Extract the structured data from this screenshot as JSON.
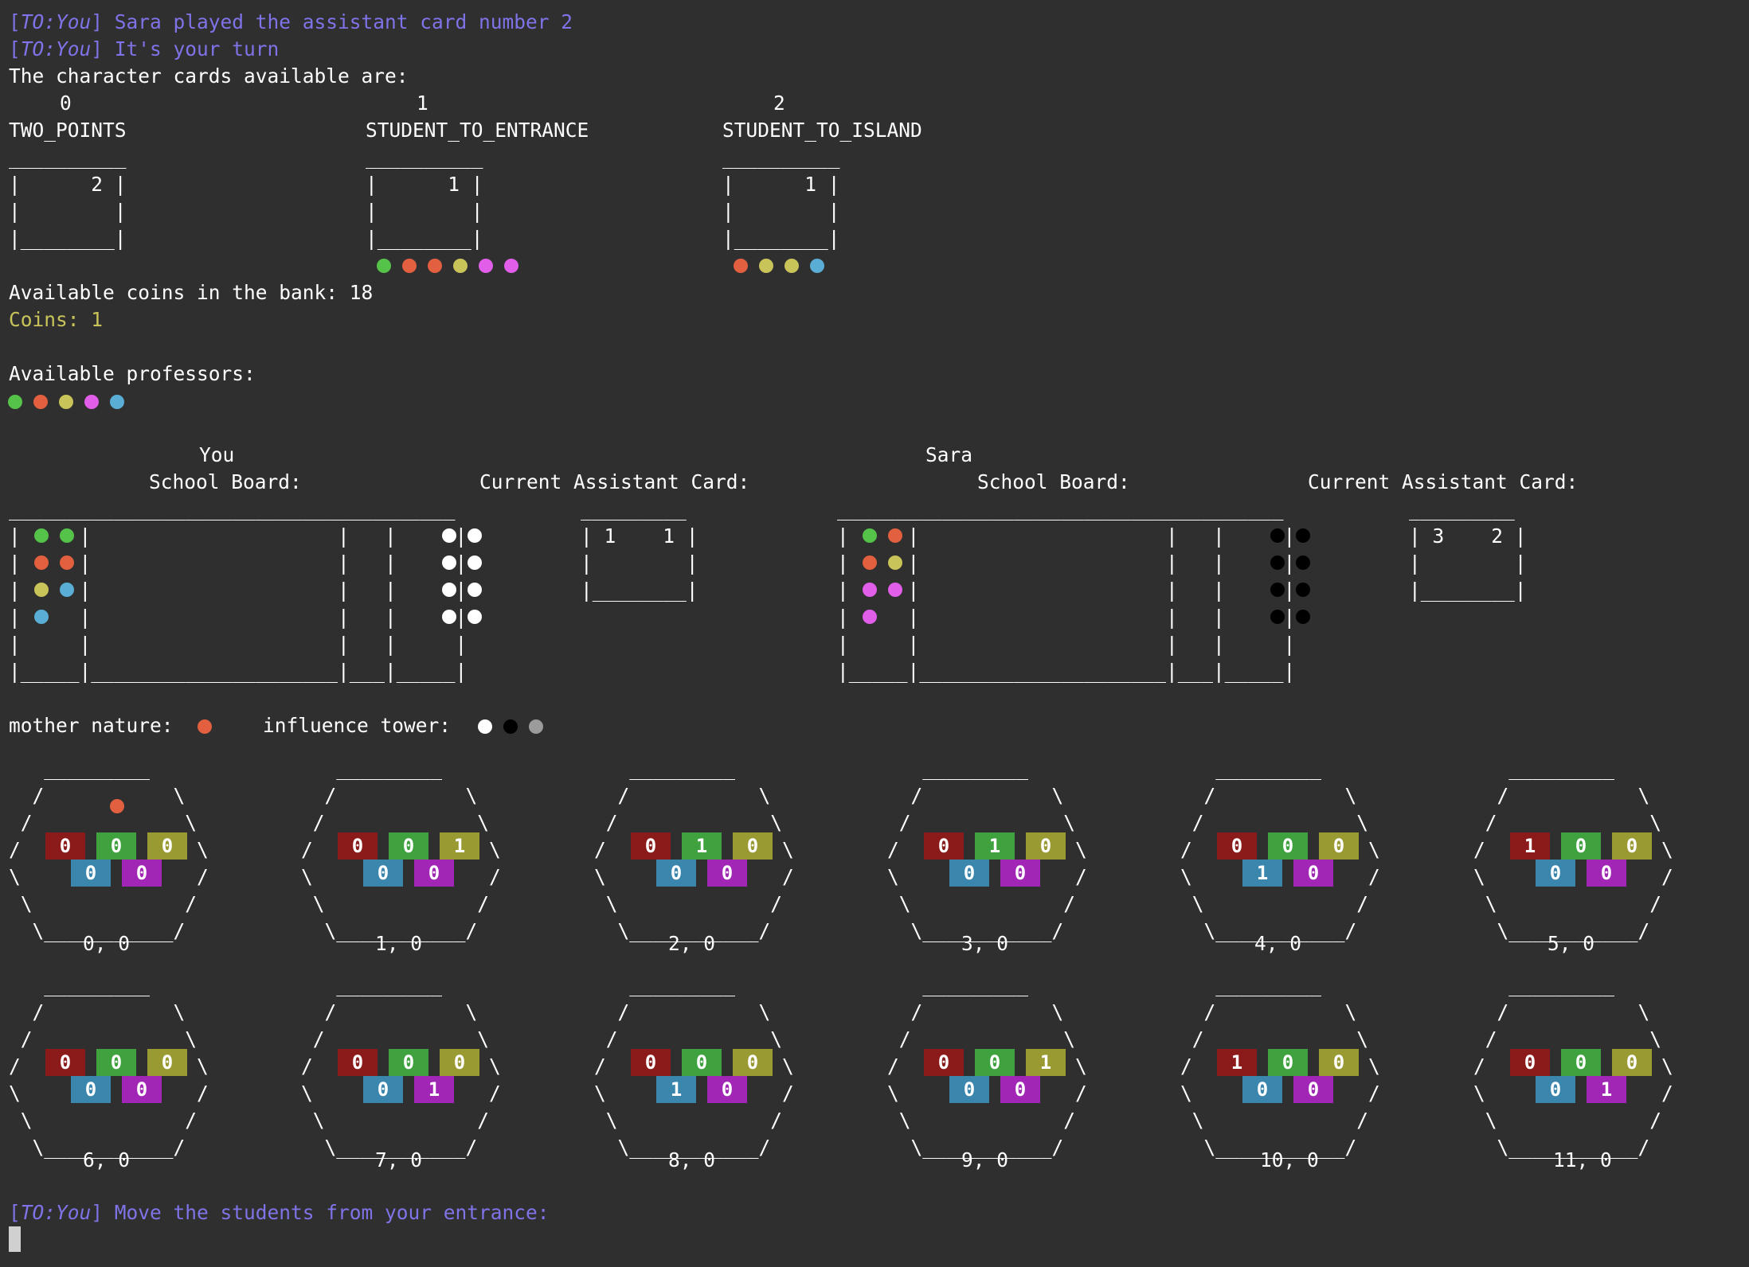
{
  "colors": {
    "green": "#55c24a",
    "red": "#e2603f",
    "yellow": "#c9c45a",
    "pink": "#e05ee8",
    "blue": "#5aaed6",
    "white": "#ffffff",
    "black": "#000000",
    "grey": "#9b9b9b",
    "sq_red": "#8b1a1a",
    "sq_green": "#3fa23f",
    "sq_yellow": "#9a9a33",
    "sq_blue": "#3b86ad",
    "sq_pink": "#a226b5",
    "purple": "#7f73e8"
  },
  "messages": {
    "sara_played_prefix": "[",
    "to_you": "TO:You",
    "sara_played": "] Sara played the assistant card number 2",
    "your_turn": "] It's your turn",
    "move_students": "] Move the students from your entrance:"
  },
  "character_cards": {
    "heading": "The character cards available are:",
    "cards": [
      {
        "index": "0",
        "name": "TWO_POINTS",
        "cost": "2",
        "students": []
      },
      {
        "index": "1",
        "name": "STUDENT_TO_ENTRANCE",
        "cost": "1",
        "students": [
          "green",
          "red",
          "red",
          "yellow",
          "pink",
          "pink"
        ]
      },
      {
        "index": "2",
        "name": "STUDENT_TO_ISLAND",
        "cost": "1",
        "students": [
          "red",
          "yellow",
          "yellow",
          "blue"
        ]
      }
    ]
  },
  "bank": {
    "label": "Available coins in the bank: 18"
  },
  "coins": {
    "label": "Coins: 1"
  },
  "professors": {
    "label": "Available professors:",
    "colors": [
      "green",
      "red",
      "yellow",
      "pink",
      "blue"
    ]
  },
  "boards": [
    {
      "player": "You",
      "board_label": "School Board:",
      "card_label": "Current Assistant Card:",
      "card_value": "1",
      "card_moves": "1",
      "entrance": [
        [
          "green",
          "green"
        ],
        [
          "red",
          "red"
        ],
        [
          "yellow",
          "blue"
        ],
        [
          "blue"
        ]
      ],
      "towers": "white",
      "tower_count": 8
    },
    {
      "player": "Sara",
      "board_label": "School Board:",
      "card_label": "Current Assistant Card:",
      "card_value": "3",
      "card_moves": "2",
      "entrance": [
        [
          "green",
          "red"
        ],
        [
          "red",
          "yellow"
        ],
        [
          "pink",
          "pink"
        ],
        [
          "pink"
        ]
      ],
      "towers": "black",
      "tower_count": 8
    }
  ],
  "legend": {
    "mother_nature": "mother nature:",
    "influence_tower": "influence tower:"
  },
  "islands": [
    {
      "label": "0, 0",
      "mn": true,
      "v": [
        "0",
        "0",
        "0",
        "0",
        "0"
      ]
    },
    {
      "label": "1, 0",
      "mn": false,
      "v": [
        "0",
        "0",
        "1",
        "0",
        "0"
      ]
    },
    {
      "label": "2, 0",
      "mn": false,
      "v": [
        "0",
        "1",
        "0",
        "0",
        "0"
      ]
    },
    {
      "label": "3, 0",
      "mn": false,
      "v": [
        "0",
        "1",
        "0",
        "0",
        "0"
      ]
    },
    {
      "label": "4, 0",
      "mn": false,
      "v": [
        "0",
        "0",
        "0",
        "1",
        "0"
      ]
    },
    {
      "label": "5, 0",
      "mn": false,
      "v": [
        "1",
        "0",
        "0",
        "0",
        "0"
      ]
    },
    {
      "label": "6, 0",
      "mn": false,
      "v": [
        "0",
        "0",
        "0",
        "0",
        "0"
      ]
    },
    {
      "label": "7, 0",
      "mn": false,
      "v": [
        "0",
        "0",
        "0",
        "0",
        "1"
      ]
    },
    {
      "label": "8, 0",
      "mn": false,
      "v": [
        "0",
        "0",
        "0",
        "1",
        "0"
      ]
    },
    {
      "label": "9, 0",
      "mn": false,
      "v": [
        "0",
        "0",
        "1",
        "0",
        "0"
      ]
    },
    {
      "label": "10, 0",
      "mn": false,
      "v": [
        "1",
        "0",
        "0",
        "0",
        "0"
      ]
    },
    {
      "label": "11, 0",
      "mn": false,
      "v": [
        "0",
        "0",
        "0",
        "0",
        "1"
      ]
    }
  ]
}
